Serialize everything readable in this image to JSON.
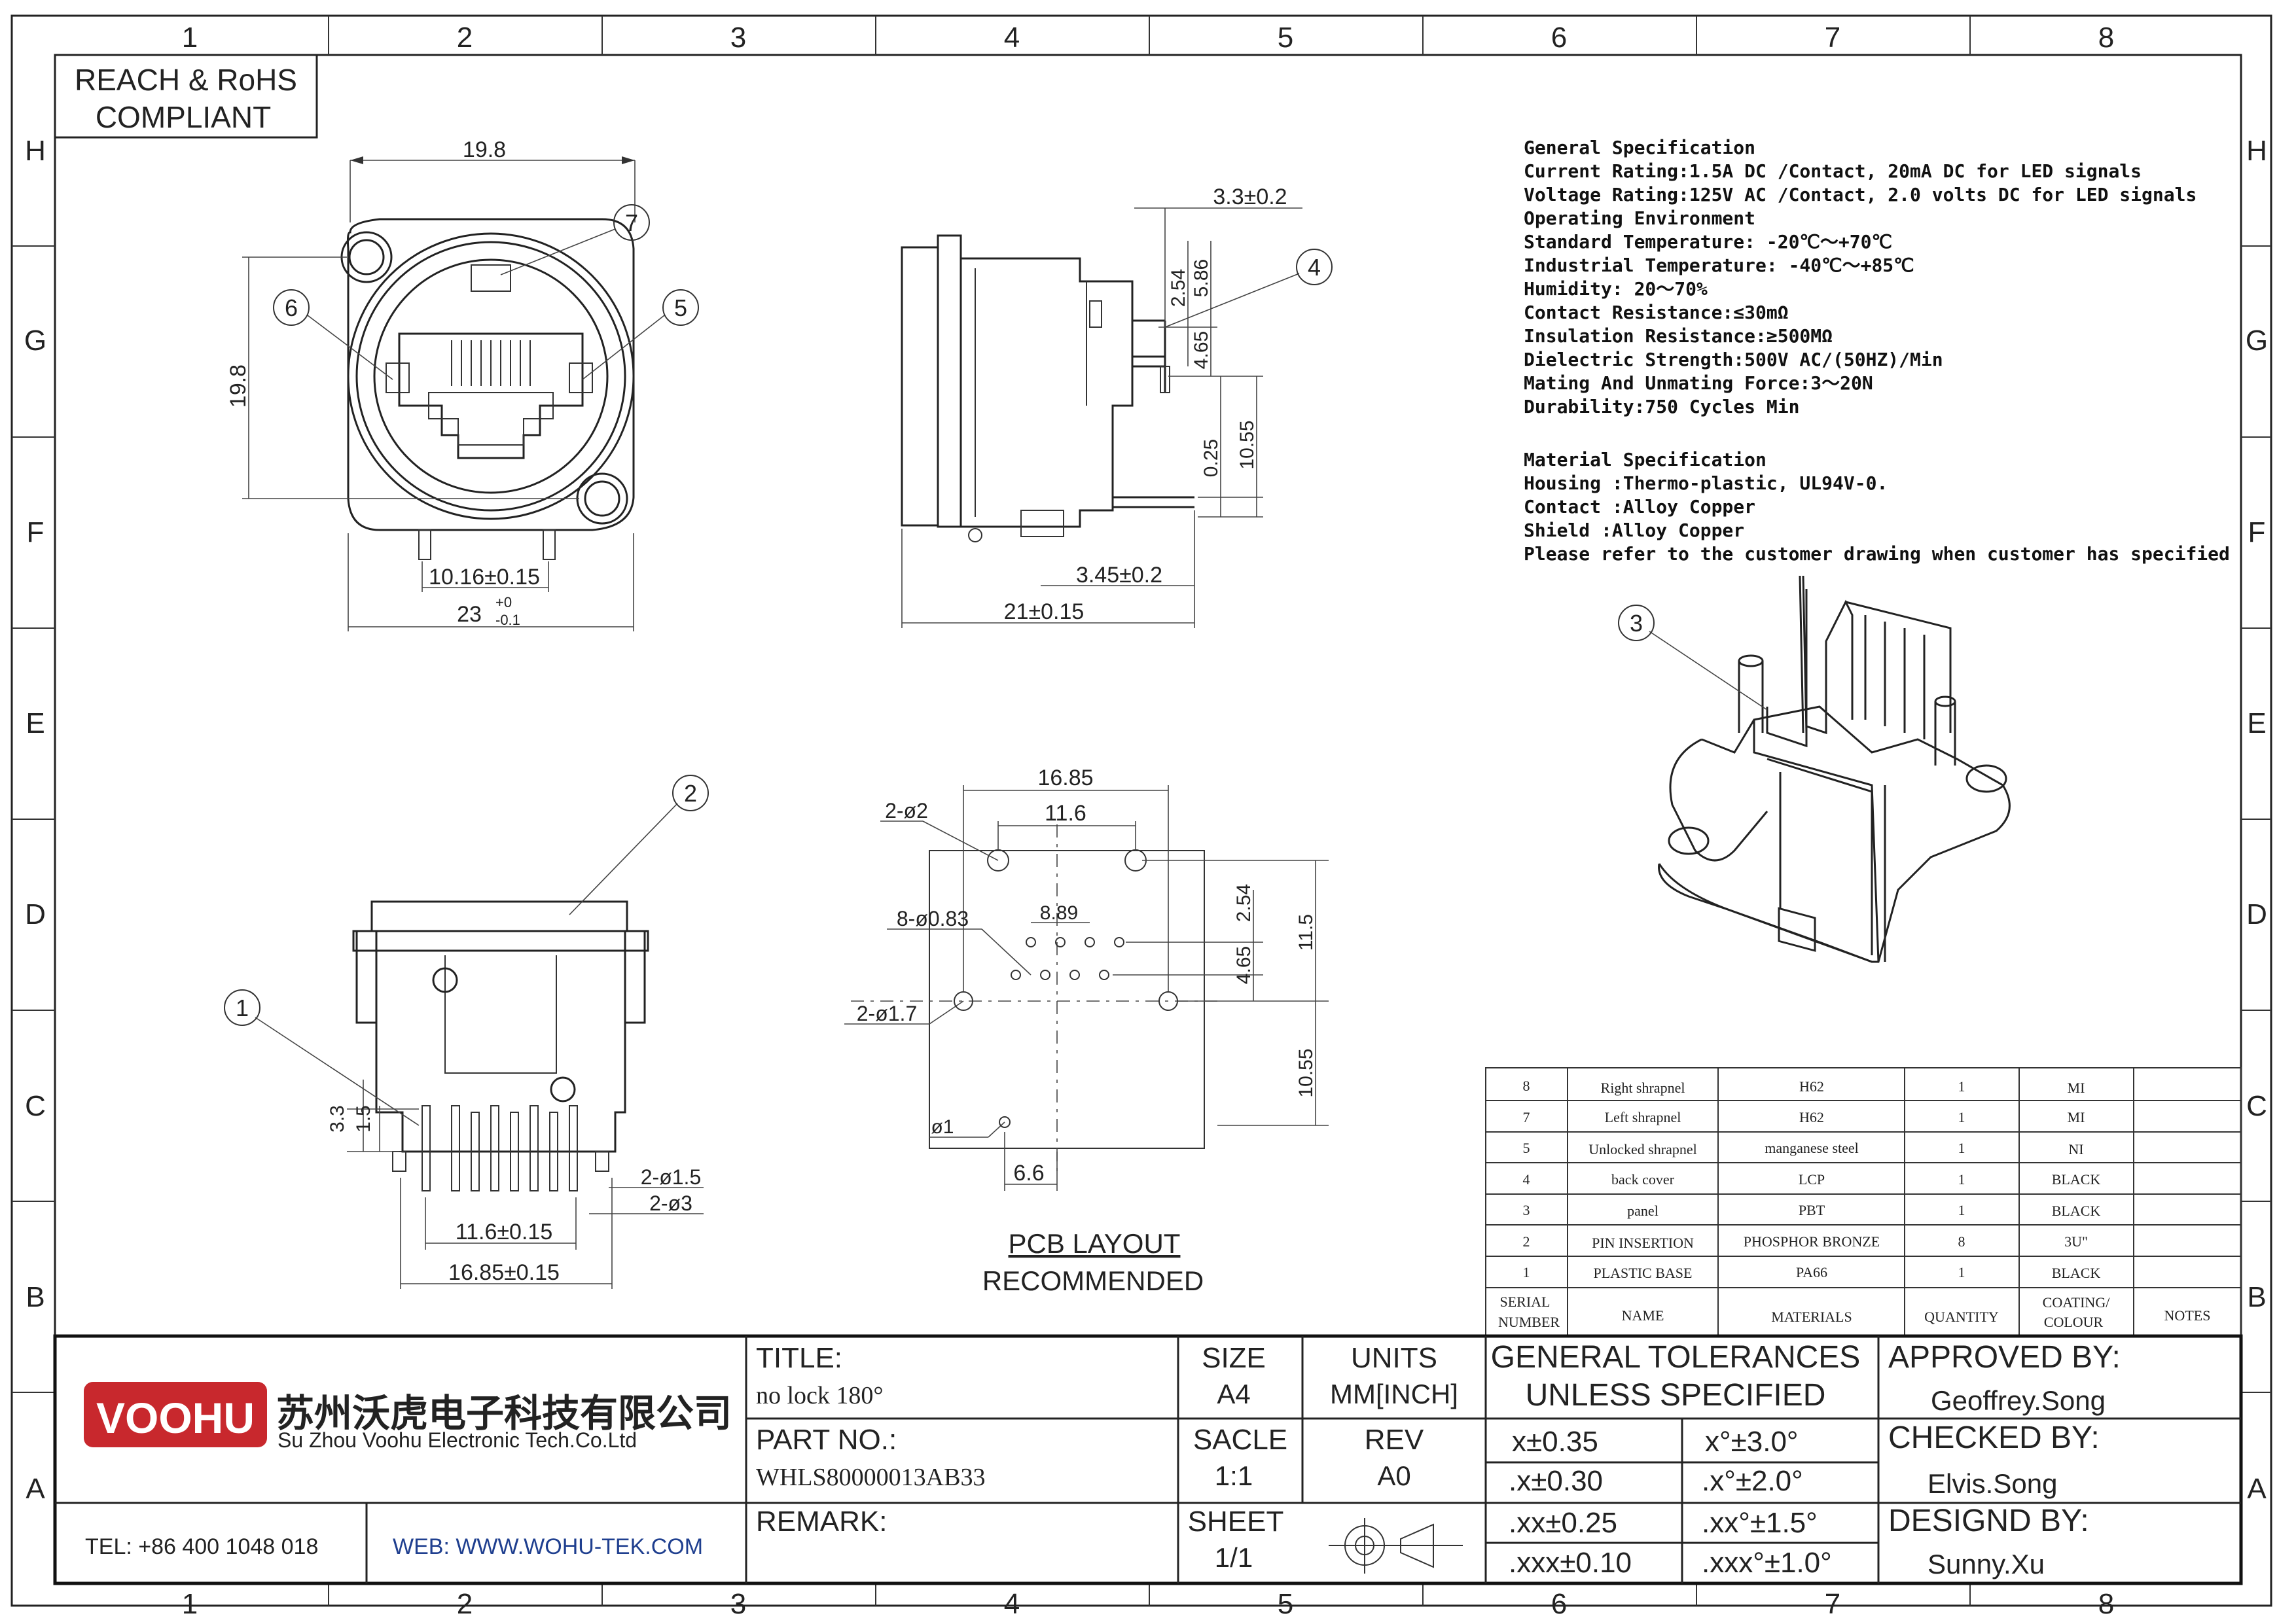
{
  "frame": {
    "columns": [
      "1",
      "2",
      "3",
      "4",
      "5",
      "6",
      "7",
      "8"
    ],
    "rows": [
      "H",
      "G",
      "F",
      "E",
      "D",
      "C",
      "B",
      "A"
    ]
  },
  "compliance": [
    "REACH & RoHS",
    "COMPLIANT"
  ],
  "front_view": {
    "dims": {
      "width": "19.8",
      "height": "19.8",
      "pin_spacing": "10.16±0.15",
      "overall_width": "23",
      "overall_tol_upper": "+0",
      "overall_tol_lower": "-0.1"
    },
    "balloons": [
      "7",
      "6",
      "5"
    ]
  },
  "side_view": {
    "dims": [
      "3.3±0.2",
      "2.54",
      "5.86",
      "4.65",
      "0.25",
      "10.55",
      "3.45±0.2",
      "21±0.15"
    ],
    "balloon": "4"
  },
  "specification": {
    "lines": [
      "General Specification",
      "Current Rating:1.5A DC /Contact, 20mA DC for LED signals",
      "Voltage Rating:125V AC /Contact, 2.0 volts DC for LED signals",
      "Operating Environment",
      "Standard Temperature:  -20℃～+70℃",
      "Industrial Temperature:  -40℃～+85℃",
      "Humidity: 20～70%",
      "Contact Resistance:≤30mΩ",
      "Insulation Resistance:≥500MΩ",
      "Dielectric Strength:500V AC/(50HZ)/Min",
      "Mating And Unmating Force:3～20N",
      "Durability:750 Cycles Min",
      "",
      "Material Specification",
      "Housing :Thermo-plastic, UL94V-0.",
      "Contact :Alloy Copper",
      "Shield  :Alloy Copper",
      "Please refer to the customer drawing when customer has specified"
    ]
  },
  "iso_view": {
    "balloon": "3"
  },
  "bottom_view": {
    "balloons": [
      "2",
      "1"
    ],
    "dims": [
      "3.3",
      "1.5",
      "2-ø1.5",
      "2-ø3",
      "11.6±0.15",
      "16.85±0.15"
    ]
  },
  "pcb_layout": {
    "dims": [
      "16.85",
      "11.6",
      "2-ø2",
      "8-ø0.83",
      "8.89",
      "2.54",
      "11.5",
      "4.65",
      "2-ø1.7",
      "10.55",
      "ø1",
      "6.6"
    ],
    "caption": [
      "PCB LAYOUT",
      "RECOMMENDED"
    ]
  },
  "bom": {
    "headers": [
      "SERIAL NUMBER",
      "NAME",
      "MATERIALS",
      "QUANTITY",
      "COATING/ COLOUR",
      "NOTES"
    ],
    "rows": [
      [
        "8",
        "Right shrapnel",
        "H62",
        "1",
        "MI",
        ""
      ],
      [
        "7",
        "Left shrapnel",
        "H62",
        "1",
        "MI",
        ""
      ],
      [
        "5",
        "Unlocked shrapnel",
        "manganese steel",
        "1",
        "NI",
        ""
      ],
      [
        "4",
        "back cover",
        "LCP",
        "1",
        "BLACK",
        ""
      ],
      [
        "3",
        "panel",
        "PBT",
        "1",
        "BLACK",
        ""
      ],
      [
        "2",
        "PIN INSERTION",
        "PHOSPHOR BRONZE",
        "8",
        "3U\"",
        ""
      ],
      [
        "1",
        "PLASTIC BASE",
        "PA66",
        "1",
        "BLACK",
        ""
      ]
    ]
  },
  "title_block": {
    "logo": "VOOHU",
    "company_cn": "苏州沃虎电子科技有限公司",
    "company_en": "Su Zhou Voohu Electronic Tech.Co.Ltd",
    "tel": "TEL: +86 400 1048 018",
    "web": "WEB: WWW.WOHU-TEK.COM",
    "title_label": "TITLE:",
    "title_value": "no lock 180°",
    "part_label": "PART NO.:",
    "part_value": "WHLS80000013AB33",
    "remark_label": "REMARK:",
    "size_label": "SIZE",
    "size_value": "A4",
    "units_label": "UNITS",
    "units_value": "MM[INCH]",
    "scale_label": "SACLE",
    "scale_value": "1:1",
    "rev_label": "REV",
    "rev_value": "A0",
    "sheet_label": "SHEET",
    "sheet_value": "1/1",
    "tol_title": [
      "GENERAL TOLERANCES",
      "UNLESS SPECIFIED"
    ],
    "tolerances": [
      [
        "x±0.35",
        "x°±3.0°"
      ],
      [
        ".x±0.30",
        ".x°±2.0°"
      ],
      [
        ".xx±0.25",
        ".xx°±1.5°"
      ],
      [
        ".xxx±0.10",
        ".xxx°±1.0°"
      ]
    ],
    "approved_label": "APPROVED BY:",
    "approved_value": "Geoffrey.Song",
    "checked_label": "CHECKED BY:",
    "checked_value": "Elvis.Song",
    "design_label": "DESIGND BY:",
    "design_value": "Sunny.Xu"
  },
  "colors": {
    "logo_red": "#c8282d",
    "web_blue": "#1f3f8f",
    "ink": "#222222"
  }
}
